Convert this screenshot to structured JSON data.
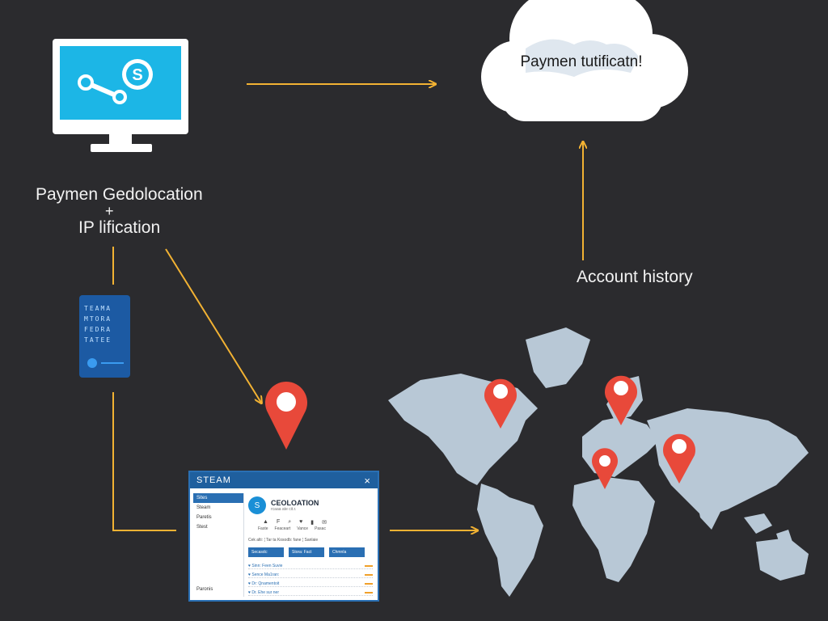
{
  "labels": {
    "geo_line1": "Paymen Gedolocation",
    "geo_plus": "+",
    "geo_line2": "IP lification",
    "cloud_text": "Paymen tutificatn!",
    "history": "Account history"
  },
  "steam_window": {
    "title": "STEAM",
    "close": "×",
    "sidebar": [
      "Sites",
      "Steam",
      "Paretis",
      "Stest"
    ],
    "sidebar_bottom": "Paronis",
    "geo_title": "CEOLOATION",
    "geo_sub": "rcaaa ate cit.r.",
    "icons": [
      "▲",
      "F",
      "⌕",
      "♥",
      "▮",
      "✉"
    ],
    "icon_labels": [
      "Faste",
      "Feaceart",
      "Vance",
      "Pasac"
    ],
    "small_line": "Cek alti: ¦ Tar ta     Kosodb: fane ¦    Sanlaie",
    "tabs": [
      "Secasdc:",
      "Stora: Fact",
      "Chmnla"
    ],
    "rows": [
      "♥ Sinn: Feen Suvie",
      "♥ Sence Ma1ran:",
      "♥ Dr: Qnamentoit",
      "♥ Dr. Ehe sur ner"
    ]
  },
  "tablet_codes": [
    "TEAMA",
    "MTORA",
    "FEDRA",
    "TATEE"
  ],
  "colors": {
    "background": "#2b2b2e",
    "arrow": "#f2b233",
    "pin": "#e8493a",
    "map": "#b8c8d6",
    "monitor_screen": "#1cb6e6",
    "steam_blue": "#1f5f9e"
  }
}
